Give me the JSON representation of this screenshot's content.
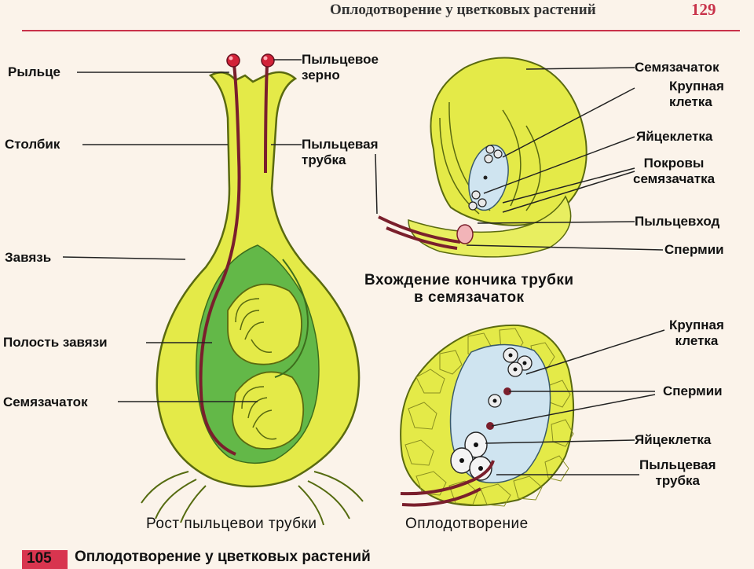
{
  "header": {
    "title": "Оплодотворение у цветковых растений",
    "page_number": "129"
  },
  "pistil": {
    "labels": {
      "stigma": "Рыльце",
      "style": "Столбик",
      "ovary": "Завязь",
      "ovary_cavity": "Полость завязи",
      "ovule": "Семязачаток",
      "pollen_grain": "Пыльцевое\nзерно",
      "pollen_tube": "Пыльцевая\nтрубка"
    },
    "caption": "Рост пыльцевои трубки"
  },
  "ovule_entry": {
    "labels": {
      "ovule": "Семязачаток",
      "large_cell": "Крупная\nклетка",
      "egg_cell": "Яйцеклетка",
      "integuments": "Покровы\nсемязачатка",
      "micropyle": "Пыльцевход",
      "sperm": "Спермии"
    },
    "caption": "Вхождение  кончика трубки\nв семязачаток"
  },
  "fertilization": {
    "labels": {
      "large_cell": "Крупная\nклетка",
      "sperm": "Спермии",
      "egg_cell": "Яйцеклетка",
      "pollen_tube": "Пыльцевая\nтрубка"
    },
    "caption": "Оплодотворение"
  },
  "footer": {
    "page_number": "105",
    "title": "Оплодотворение у цветковых растений"
  },
  "colors": {
    "tissue_yellow": "#dfe84a",
    "cavity_green": "#5cb84a",
    "pollen_tube": "#7a1f2c",
    "large_cell_blue": "#cfe4f0",
    "accent_red": "#c8324a"
  }
}
